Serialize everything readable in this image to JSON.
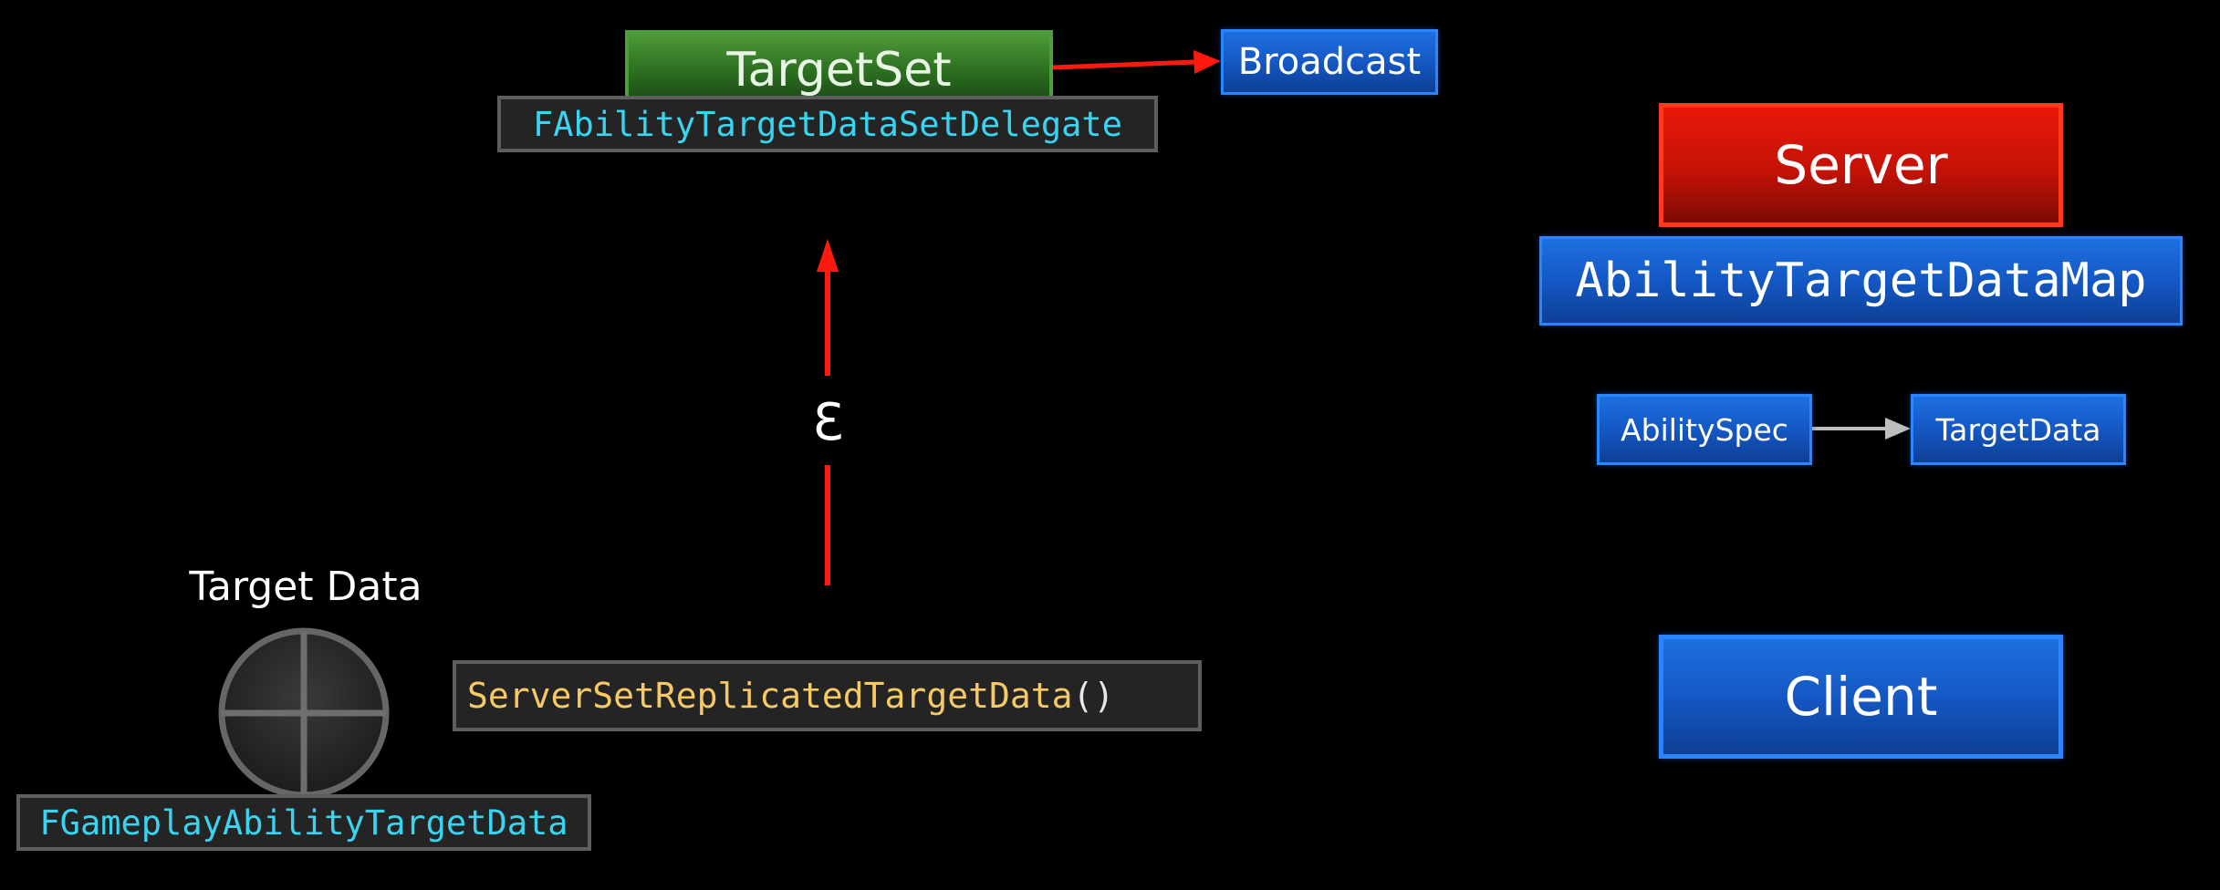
{
  "nodes": {
    "targetset": "TargetSet",
    "delegate": "FAbilityTargetDataSetDelegate",
    "broadcast": "Broadcast",
    "server": "Server",
    "ability_target_data_map": "AbilityTargetDataMap",
    "ability_spec": "AbilitySpec",
    "target_data": "TargetData",
    "client": "Client",
    "target_data_label": "Target Data",
    "target_data_struct": "FGameplayAbilityTargetData"
  },
  "rpc": {
    "name": "ServerSetReplicatedTargetData",
    "parens": "()"
  },
  "step_label": "3",
  "colors": {
    "background": "#000000",
    "arrow_red": "#ff1a10",
    "arrow_grey": "#bdbdbd",
    "cyan_text": "#39d4f0",
    "rpc_text": "#f6c964",
    "blue_box": "#1458c4",
    "green_box": "#2e7222",
    "red_box": "#c41206"
  }
}
